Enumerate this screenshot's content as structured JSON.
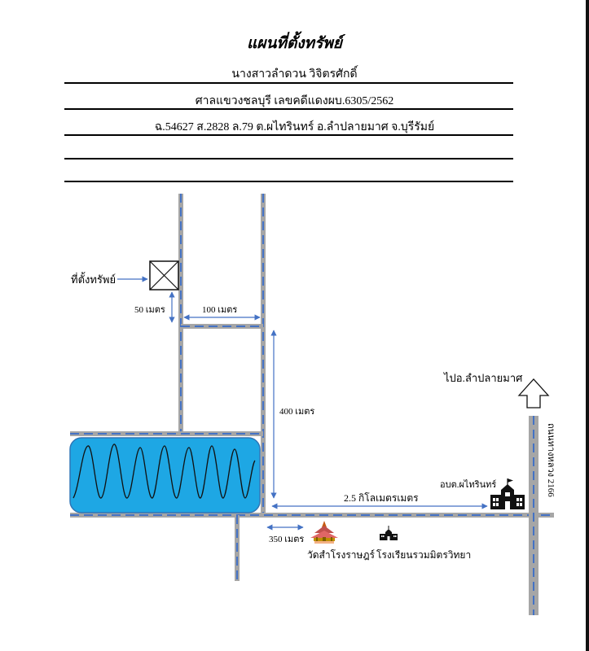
{
  "header": {
    "title": "แผนที่ตั้งทรัพย์",
    "owner": "นางสาวลำดวน วิจิตรศักดิ์",
    "court_case": "ศาลแขวงชลบุรี เลขคดีแดงผบ.6305/2562",
    "land_deed": "ฉ.54627 ส.2828 ล.79 ต.ผไทรินทร์ อ.ลำปลายมาศ จ.บุรีรัมย์"
  },
  "map": {
    "property_label": "ที่ตั้งทรัพย์",
    "dist_50": "50 เมตร",
    "dist_100": "100 เมตร",
    "dist_400": "400 เมตร",
    "dist_2_5km": "2.5 กิโลเมตรเมตร",
    "dist_350": "350 เมตร",
    "to_direction": "ไปอ.ลำปลายมาศ",
    "highway": "ถนนทางหลวง 2166",
    "sao_office": "อบต.ผไทรินทร์",
    "temple": "วัดสำโรงราษฎร์",
    "school": "โรงเรียนรวมมิตรวิทยา"
  },
  "colors": {
    "road": "#a6a6a6",
    "road_dash": "#4472c4",
    "water": "#1ea7e4",
    "arrow": "#4472c4"
  }
}
